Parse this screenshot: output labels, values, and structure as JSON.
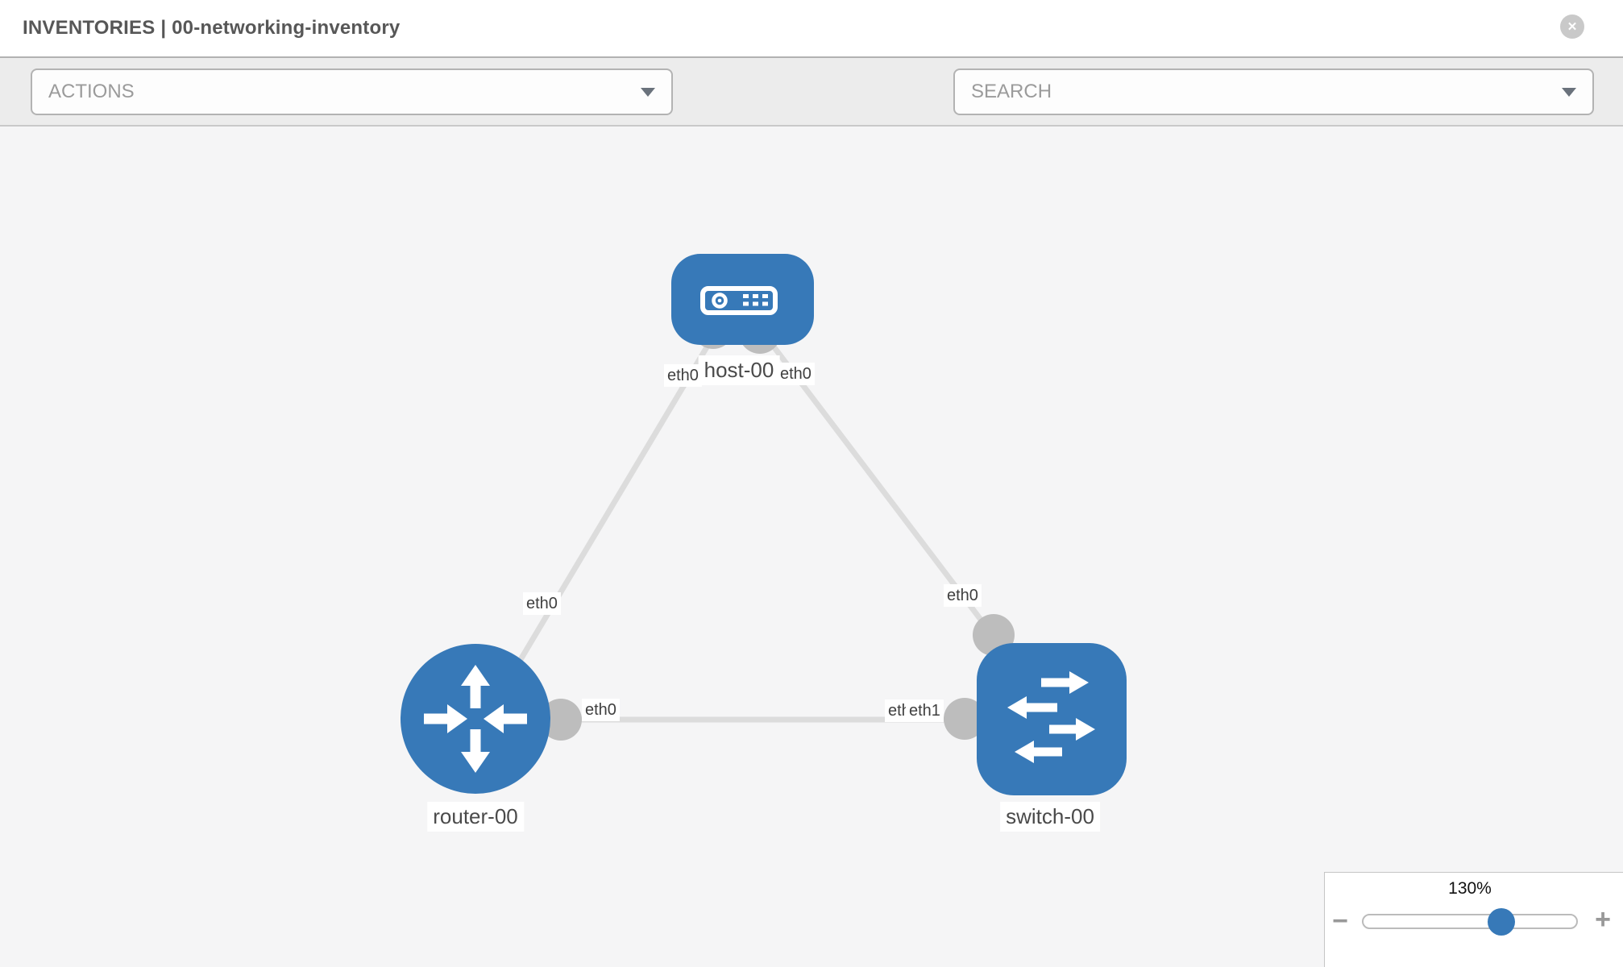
{
  "header": {
    "title": "INVENTORIES | 00-networking-inventory"
  },
  "toolbar": {
    "actions_label": "ACTIONS",
    "search_placeholder": "SEARCH"
  },
  "icons": {
    "close": "✕",
    "zoom_out": "−",
    "zoom_in": "+"
  },
  "topology": {
    "nodes": [
      {
        "name": "host-00",
        "type": "host"
      },
      {
        "name": "router-00",
        "type": "router"
      },
      {
        "name": "switch-00",
        "type": "switch"
      }
    ],
    "links": [
      {
        "from": "host-00",
        "from_interface": "eth0",
        "to": "router-00",
        "to_interface": "eth0"
      },
      {
        "from": "host-00",
        "from_interface": "eth0",
        "to": "switch-00",
        "to_interface": "eth0"
      },
      {
        "from": "router-00",
        "from_interface": "eth0",
        "to": "switch-00",
        "to_interface": "eth1"
      }
    ]
  },
  "zoom_control": {
    "level": "130%"
  },
  "colors": {
    "node_blue": "#3779b8",
    "link_gray": "#dcdcdc",
    "connector_gray": "#bdbdbd",
    "toolbar_bg": "#ececec",
    "canvas_bg": "#f5f5f6",
    "icon_gray": "#7b838c"
  }
}
